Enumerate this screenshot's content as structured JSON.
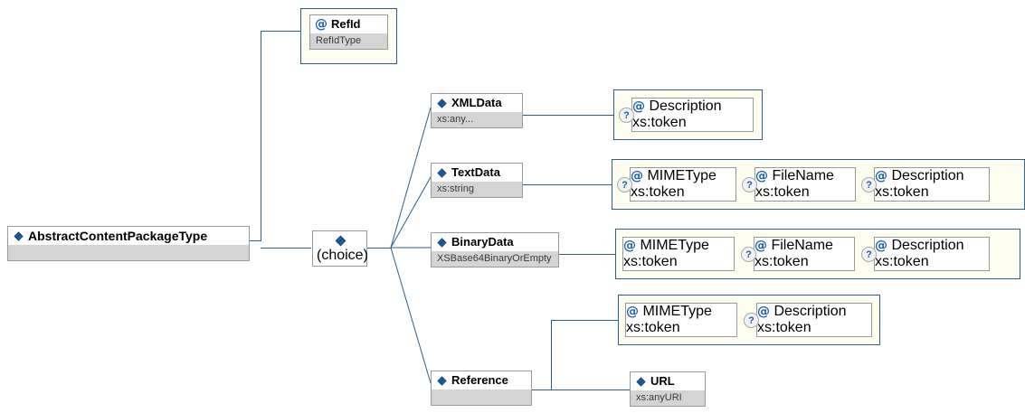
{
  "diagram": {
    "title": "AbstractContentPackageType XML schema diagram",
    "line_color": "#2d5f8a",
    "panel_color": "#fdfdf0",
    "type_strip_color": "#d4d4d4"
  },
  "root": {
    "name": "AbstractContentPackageType",
    "type": "",
    "icon": "element-icon"
  },
  "choice": {
    "label": "(choice)",
    "icon": "choice-icon"
  },
  "refid": {
    "name": "RefId",
    "type": "RefIdType",
    "icon": "attribute-icon",
    "optional": false
  },
  "branches": [
    {
      "key": "xmldata",
      "name": "XMLData",
      "type": "xs:any...",
      "icon": "element-icon",
      "attributes": [
        {
          "name": "Description",
          "type": "xs:token",
          "optional": true,
          "icon": "attribute-icon"
        }
      ]
    },
    {
      "key": "textdata",
      "name": "TextData",
      "type": "xs:string",
      "icon": "element-icon",
      "attributes": [
        {
          "name": "MIMEType",
          "type": "xs:token",
          "optional": true,
          "icon": "attribute-icon"
        },
        {
          "name": "FileName",
          "type": "xs:token",
          "optional": true,
          "icon": "attribute-icon"
        },
        {
          "name": "Description",
          "type": "xs:token",
          "optional": true,
          "icon": "attribute-icon"
        }
      ]
    },
    {
      "key": "binarydata",
      "name": "BinaryData",
      "type": "XSBase64BinaryOrEmpty",
      "icon": "element-icon",
      "attributes": [
        {
          "name": "MIMEType",
          "type": "xs:token",
          "optional": false,
          "icon": "attribute-icon"
        },
        {
          "name": "FileName",
          "type": "xs:token",
          "optional": true,
          "icon": "attribute-icon"
        },
        {
          "name": "Description",
          "type": "xs:token",
          "optional": true,
          "icon": "attribute-icon"
        }
      ]
    },
    {
      "key": "reference",
      "name": "Reference",
      "type": "",
      "icon": "element-icon",
      "attributes": [
        {
          "name": "MIMEType",
          "type": "xs:token",
          "optional": false,
          "icon": "attribute-icon"
        },
        {
          "name": "Description",
          "type": "xs:token",
          "optional": true,
          "icon": "attribute-icon"
        }
      ],
      "children": [
        {
          "name": "URL",
          "type": "xs:anyURI",
          "icon": "element-icon"
        }
      ]
    }
  ]
}
